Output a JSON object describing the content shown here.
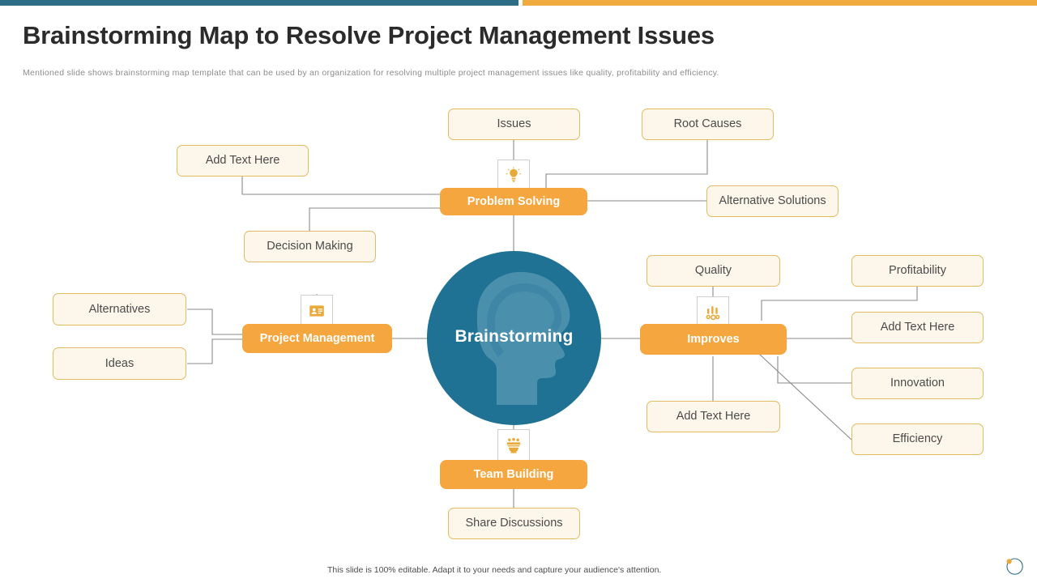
{
  "slide": {
    "title": "Brainstorming Map to Resolve Project Management Issues",
    "subtitle": "Mentioned slide shows brainstorming map template that can be used by an organization for resolving multiple project management issues like quality, profitability and efficiency.",
    "footer_note": "This slide is 100% editable. Adapt it to your needs and capture your audience's attention."
  },
  "colors": {
    "accent_teal": "#2d6e86",
    "accent_orange": "#efab3e",
    "branch_fill": "#f5a63e",
    "leaf_fill": "#fdf6ea",
    "leaf_border": "#e3bb63",
    "center_fill": "#1f7294",
    "connector": "#8a8a8a",
    "title_text": "#2b2b2b",
    "subtitle_text": "#8d8d8d"
  },
  "center": {
    "label": "Brainstorming",
    "icon": "head-silhouette-icon"
  },
  "branches": [
    {
      "id": "problem-solving",
      "label": "Problem Solving",
      "icon": "lightbulb-icon",
      "leaves": [
        "Issues",
        "Root Causes",
        "Add Text Here",
        "Decision Making",
        "Alternative Solutions"
      ]
    },
    {
      "id": "project-management",
      "label": "Project Management",
      "icon": "id-card-icon",
      "leaves": [
        "Alternatives",
        "Ideas"
      ]
    },
    {
      "id": "improves",
      "label": "Improves",
      "icon": "bar-chart-icon",
      "leaves": [
        "Quality",
        "Profitability",
        "Add Text Here",
        "Innovation",
        "Efficiency",
        "Add Text Here"
      ]
    },
    {
      "id": "team-building",
      "label": "Team Building",
      "icon": "team-icon",
      "leaves": [
        "Share Discussions"
      ]
    }
  ],
  "nodes": {
    "issues": "Issues",
    "root_causes": "Root Causes",
    "add_text_left": "Add Text Here",
    "problem_solving": "Problem Solving",
    "alternative_solutions": "Alternative Solutions",
    "decision_making": "Decision Making",
    "alternatives": "Alternatives",
    "ideas": "Ideas",
    "project_management": "Project Management",
    "quality": "Quality",
    "profitability": "Profitability",
    "improves": "Improves",
    "add_text_right_1": "Add Text Here",
    "innovation": "Innovation",
    "efficiency": "Efficiency",
    "add_text_right_2": "Add Text Here",
    "team_building": "Team Building",
    "share_discussions": "Share Discussions"
  }
}
